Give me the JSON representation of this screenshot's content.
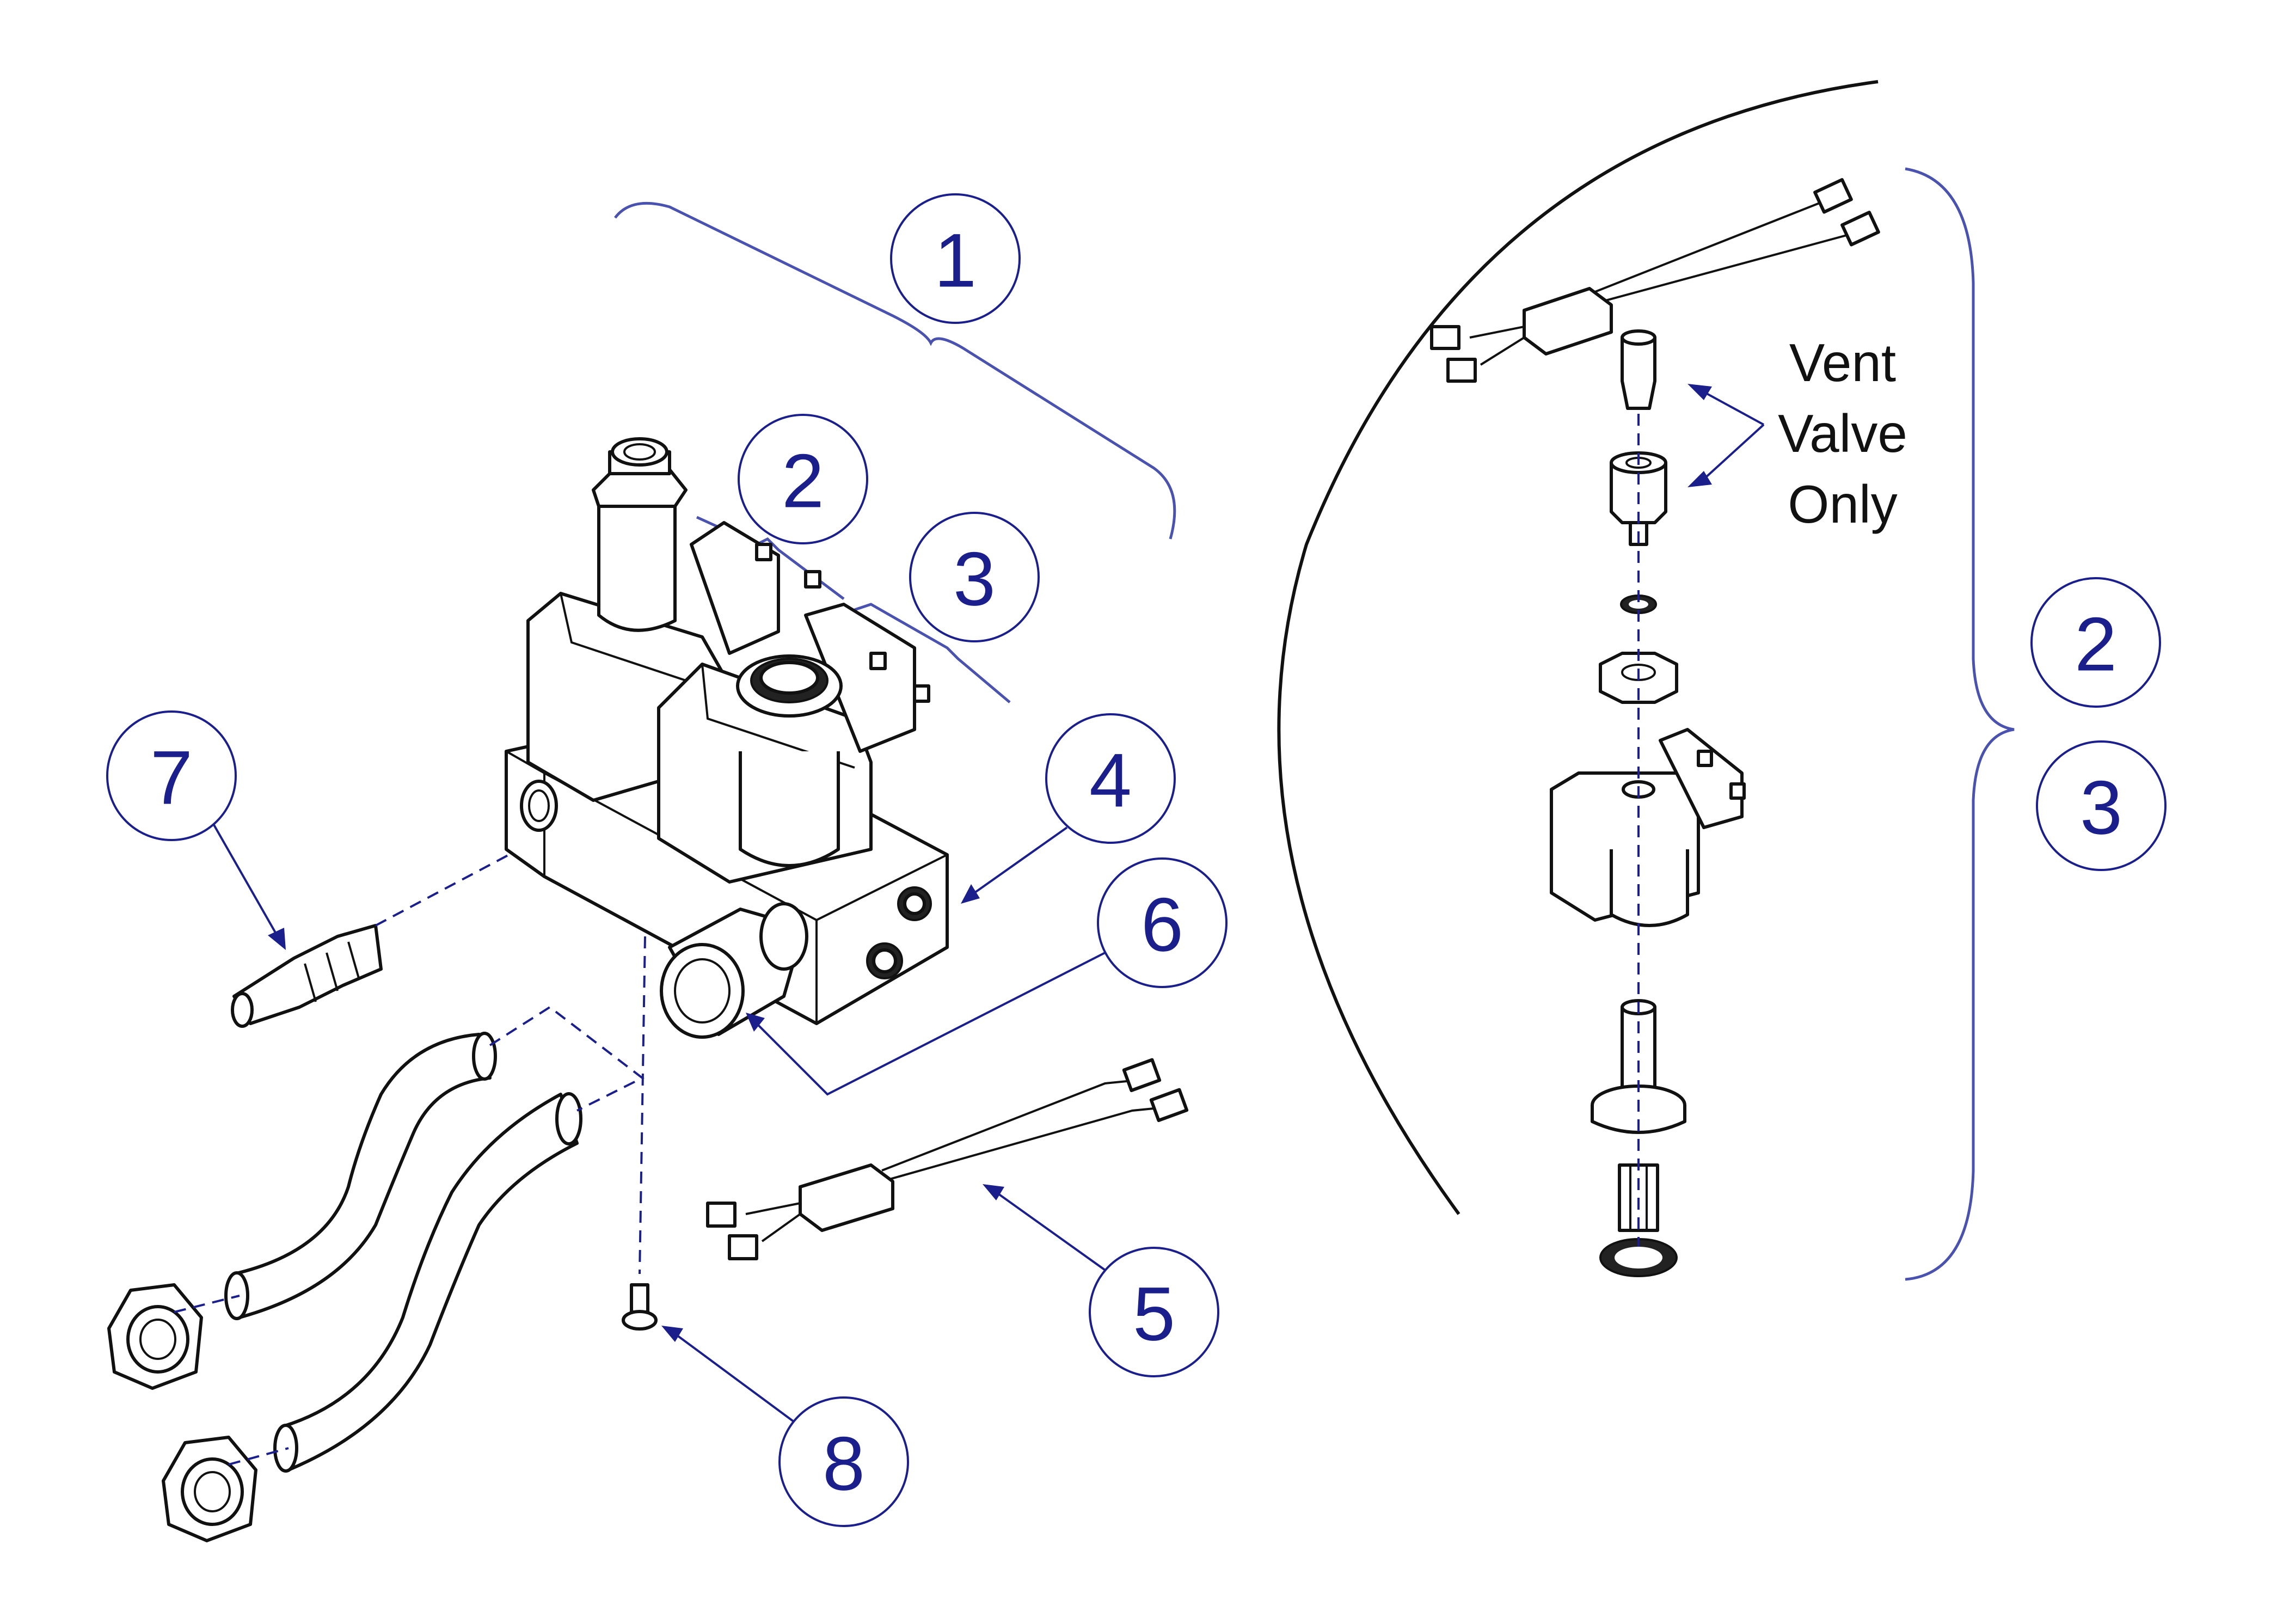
{
  "colors": {
    "callout": "#1a1f8c",
    "bracket": "#4a52b0",
    "linework": "#111111"
  },
  "callouts": [
    {
      "id": "c1",
      "label": "1"
    },
    {
      "id": "c2",
      "label": "2"
    },
    {
      "id": "c3",
      "label": "3"
    },
    {
      "id": "c4",
      "label": "4"
    },
    {
      "id": "c5",
      "label": "5"
    },
    {
      "id": "c6",
      "label": "6"
    },
    {
      "id": "c7",
      "label": "7"
    },
    {
      "id": "c8",
      "label": "8"
    },
    {
      "id": "c2-detail",
      "label": "2"
    },
    {
      "id": "c3-detail",
      "label": "3"
    }
  ],
  "detail_note": {
    "line1": "Vent",
    "line2": "Valve",
    "line3": "Only"
  }
}
